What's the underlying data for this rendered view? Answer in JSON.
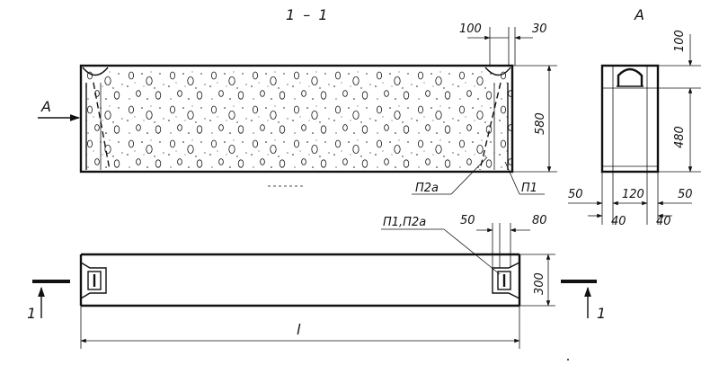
{
  "section_label": "1 – 1",
  "view_label": "А",
  "section_top": {
    "dim_top_left": "100",
    "dim_top_right": "30",
    "dim_height": "580",
    "arrow_label": "А",
    "leader_left": "П2а",
    "leader_right": "П1"
  },
  "view_a": {
    "dim_top": "100",
    "dim_height": "480",
    "dim_left": "50",
    "dim_right": "50",
    "dim_mid": "120",
    "dim_bottom_left": "40",
    "dim_bottom_right": "40"
  },
  "plan": {
    "leader_label": "П1,П2а",
    "dim_left": "50",
    "dim_right": "80",
    "dim_height": "300",
    "dim_length": "l",
    "cut_left": "1",
    "cut_right": "1"
  },
  "icons": {
    "view_arrow": "arrow-right-icon",
    "cut_marker": "arrow-up-icon"
  }
}
